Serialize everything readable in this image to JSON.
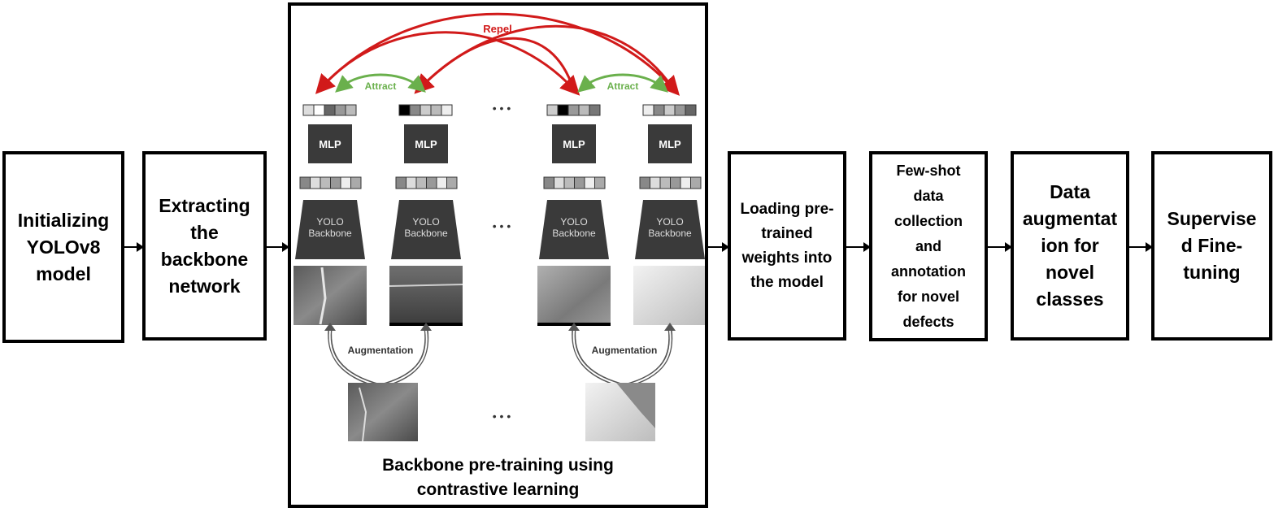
{
  "steps": {
    "s1": [
      "Initializing",
      "YOLOv8",
      "model"
    ],
    "s2": [
      "Extracting",
      "the",
      "backbone",
      "network"
    ],
    "s3": [
      "Loading pre-",
      "trained",
      "weights into",
      "the model"
    ],
    "s4": [
      "Few-shot",
      "data",
      "collection",
      "and",
      "annotation",
      "for novel",
      "defects"
    ],
    "s5": [
      "Data",
      "augmentat",
      "ion for",
      "novel",
      "classes"
    ],
    "s6": [
      "Supervise",
      "d Fine-",
      "tuning"
    ]
  },
  "center": {
    "repel_label": "Repel",
    "attract_label": "Attract",
    "mlp_label": "MLP",
    "backbone_label_line1": "YOLO",
    "backbone_label_line2": "Backbone",
    "augmentation_label": "Augmentation",
    "ellipsis": "• • •",
    "caption": [
      "Backbone pre-training using",
      "contrastive learning"
    ]
  },
  "colors": {
    "repel": "#d11a1a",
    "attract": "#6ab04c",
    "block": "#3a3a3a"
  }
}
